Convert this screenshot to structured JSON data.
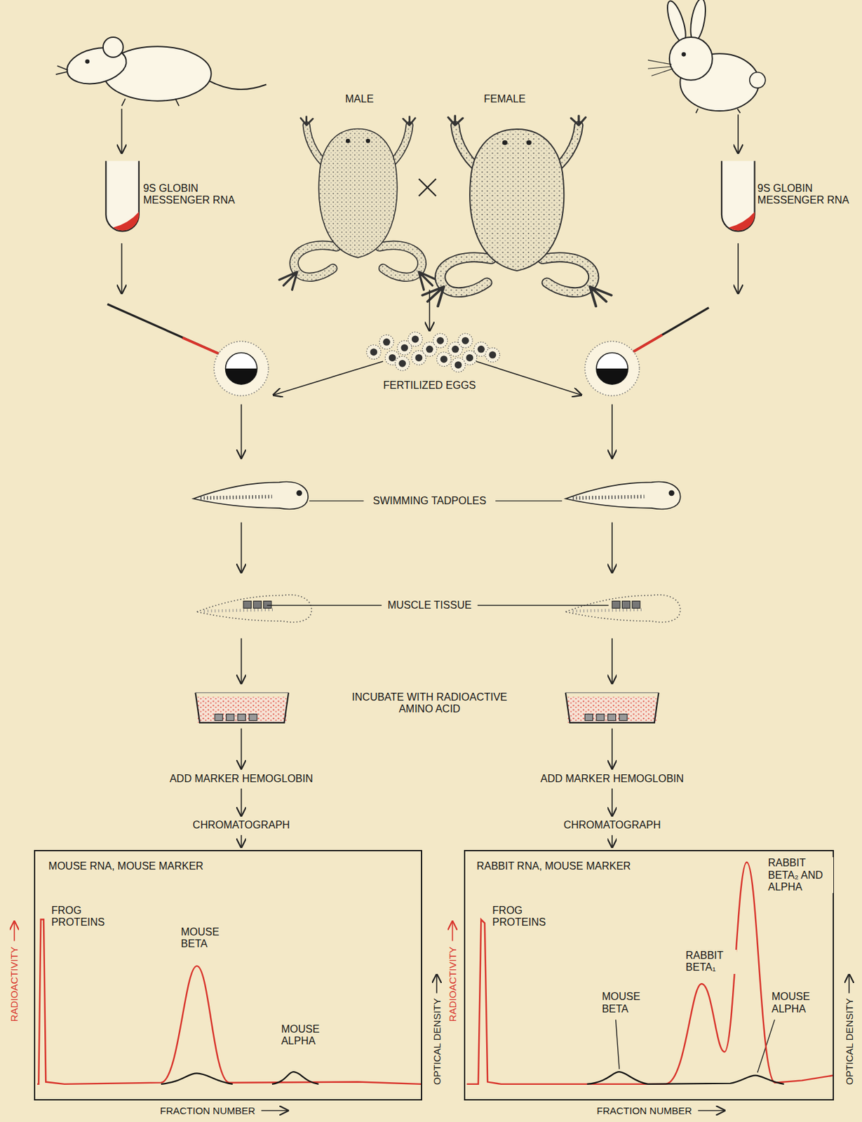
{
  "diagram": {
    "nodes": [
      {
        "text": [
          "MOUSE RNA, MOUSE MARKER",
          "FROG PROTEINS",
          "MOUSE BETA",
          "MOUSE ALPHA"
        ]
      },
      {
        "text": [
          "RABBIT RNA, MOUSE MARKER",
          "FROG PROTEINS",
          "RABBIT BETA₂ AND ALPHA",
          "RABBIT BETA₁",
          "MOUSE BETA",
          "MOUSE ALPHA"
        ]
      }
    ],
    "labels": [
      "MALE",
      "FEMALE",
      "9S GLOBIN MESSENGER RNA",
      "9S GLOBIN MESSENGER RNA",
      "FERTILIZED EGGS",
      "SWIMMING TADPOLES",
      "MUSCLE TISSUE",
      "INCUBATE WITH RADIOACTIVE AMINO ACID",
      "ADD MARKER HEMOGLOBIN",
      "ADD MARKER HEMOGLOBIN",
      "CHROMATOGRAPH",
      "CHROMATOGRAPH",
      "RADIOACTIVITY",
      "OPTICAL DENSITY",
      "FRACTION NUMBER",
      "RADIOACTIVITY",
      "OPTICAL DENSITY",
      "FRACTION NUMBER"
    ]
  }
}
